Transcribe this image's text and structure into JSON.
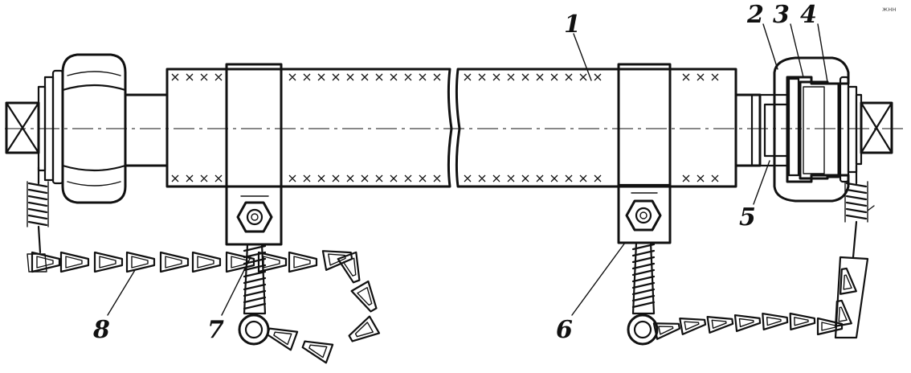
{
  "callouts": [
    {
      "id": "part-1",
      "text": "1"
    },
    {
      "id": "part-2",
      "text": "2"
    },
    {
      "id": "part-3",
      "text": "3"
    },
    {
      "id": "part-4",
      "text": "4"
    },
    {
      "id": "part-5",
      "text": "5"
    },
    {
      "id": "part-6",
      "text": "6"
    },
    {
      "id": "part-7",
      "text": "7"
    },
    {
      "id": "part-8",
      "text": "8"
    }
  ],
  "stamp": "жнн"
}
